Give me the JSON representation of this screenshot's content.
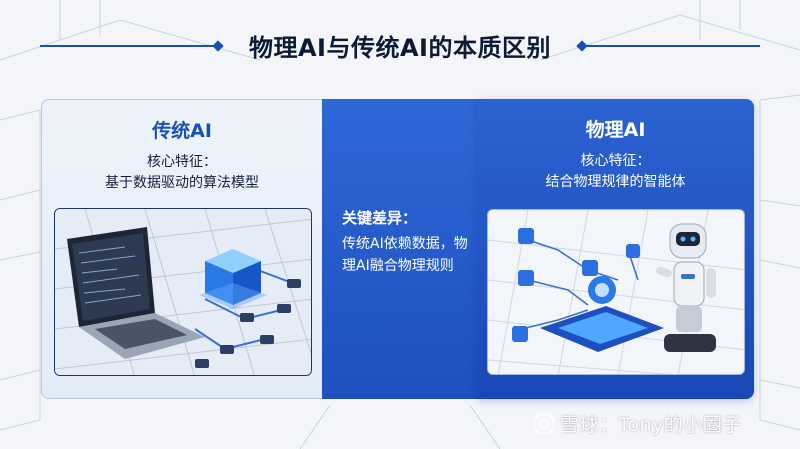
{
  "title": "物理AI与传统AI的本质区别",
  "left_panel": {
    "heading": "传统AI",
    "feature_label": "核心特征：",
    "feature_text": "基于数据驱动的算法模型"
  },
  "middle_panel": {
    "label": "关键差异：",
    "text": "传统AI依赖数据，物理AI融合物理规则"
  },
  "right_panel": {
    "heading": "物理AI",
    "feature_label": "核心特征：",
    "feature_text": "结合物理规律的智能体"
  },
  "watermark": "雪球：Tony的小圈子",
  "colors": {
    "accent": "#1c4fb5",
    "panel_blue": "#2c62d1",
    "title": "#0e1a33"
  }
}
